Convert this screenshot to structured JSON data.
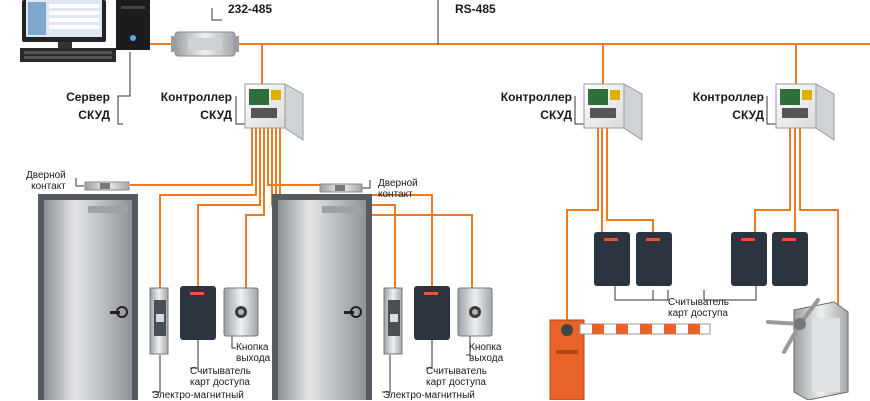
{
  "bus": {
    "rs232_485": "232-485",
    "rs485": "RS-485"
  },
  "server": {
    "line1": "Сервер",
    "line2": "СКУД"
  },
  "controllers": [
    {
      "line1": "Контроллер",
      "line2": "СКУД"
    },
    {
      "line1": "Контроллер",
      "line2": "СКУД"
    },
    {
      "line1": "Контроллер",
      "line2": "СКУД"
    }
  ],
  "door_contact": {
    "line1": "Дверной",
    "line2": "контакт"
  },
  "exit_button": {
    "line1": "Кнопка",
    "line2": "выхода"
  },
  "card_reader": {
    "line1": "Считыватель",
    "line2": "карт доступа"
  },
  "lock": {
    "line1": "Электро-магнитный"
  },
  "colors": {
    "cable": "#f07a20",
    "label_line": "#333333",
    "door": "#c9cbcd",
    "reader": "#2c3440",
    "barrier": "#e8622a"
  }
}
